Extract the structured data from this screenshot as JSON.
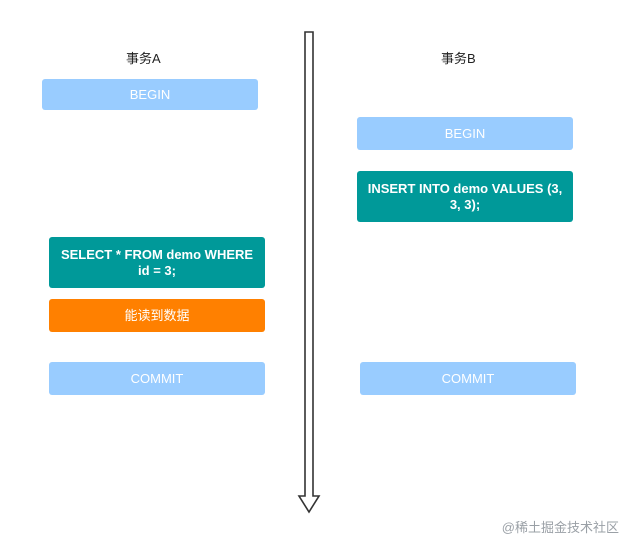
{
  "transaction_a": {
    "title": "事务A",
    "begin": "BEGIN",
    "select": "SELECT * FROM demo WHERE id = 3;",
    "result": "能读到数据",
    "commit": "COMMIT"
  },
  "transaction_b": {
    "title": "事务B",
    "begin": "BEGIN",
    "insert": "INSERT INTO demo VALUES (3, 3, 3);",
    "commit": "COMMIT"
  },
  "watermark": "@稀土掘金技术社区",
  "colors": {
    "light_box": "#99ccff",
    "sql_box": "#009999",
    "result_box": "#ff8000"
  },
  "icons": {
    "timeline": "down-arrow-icon"
  }
}
